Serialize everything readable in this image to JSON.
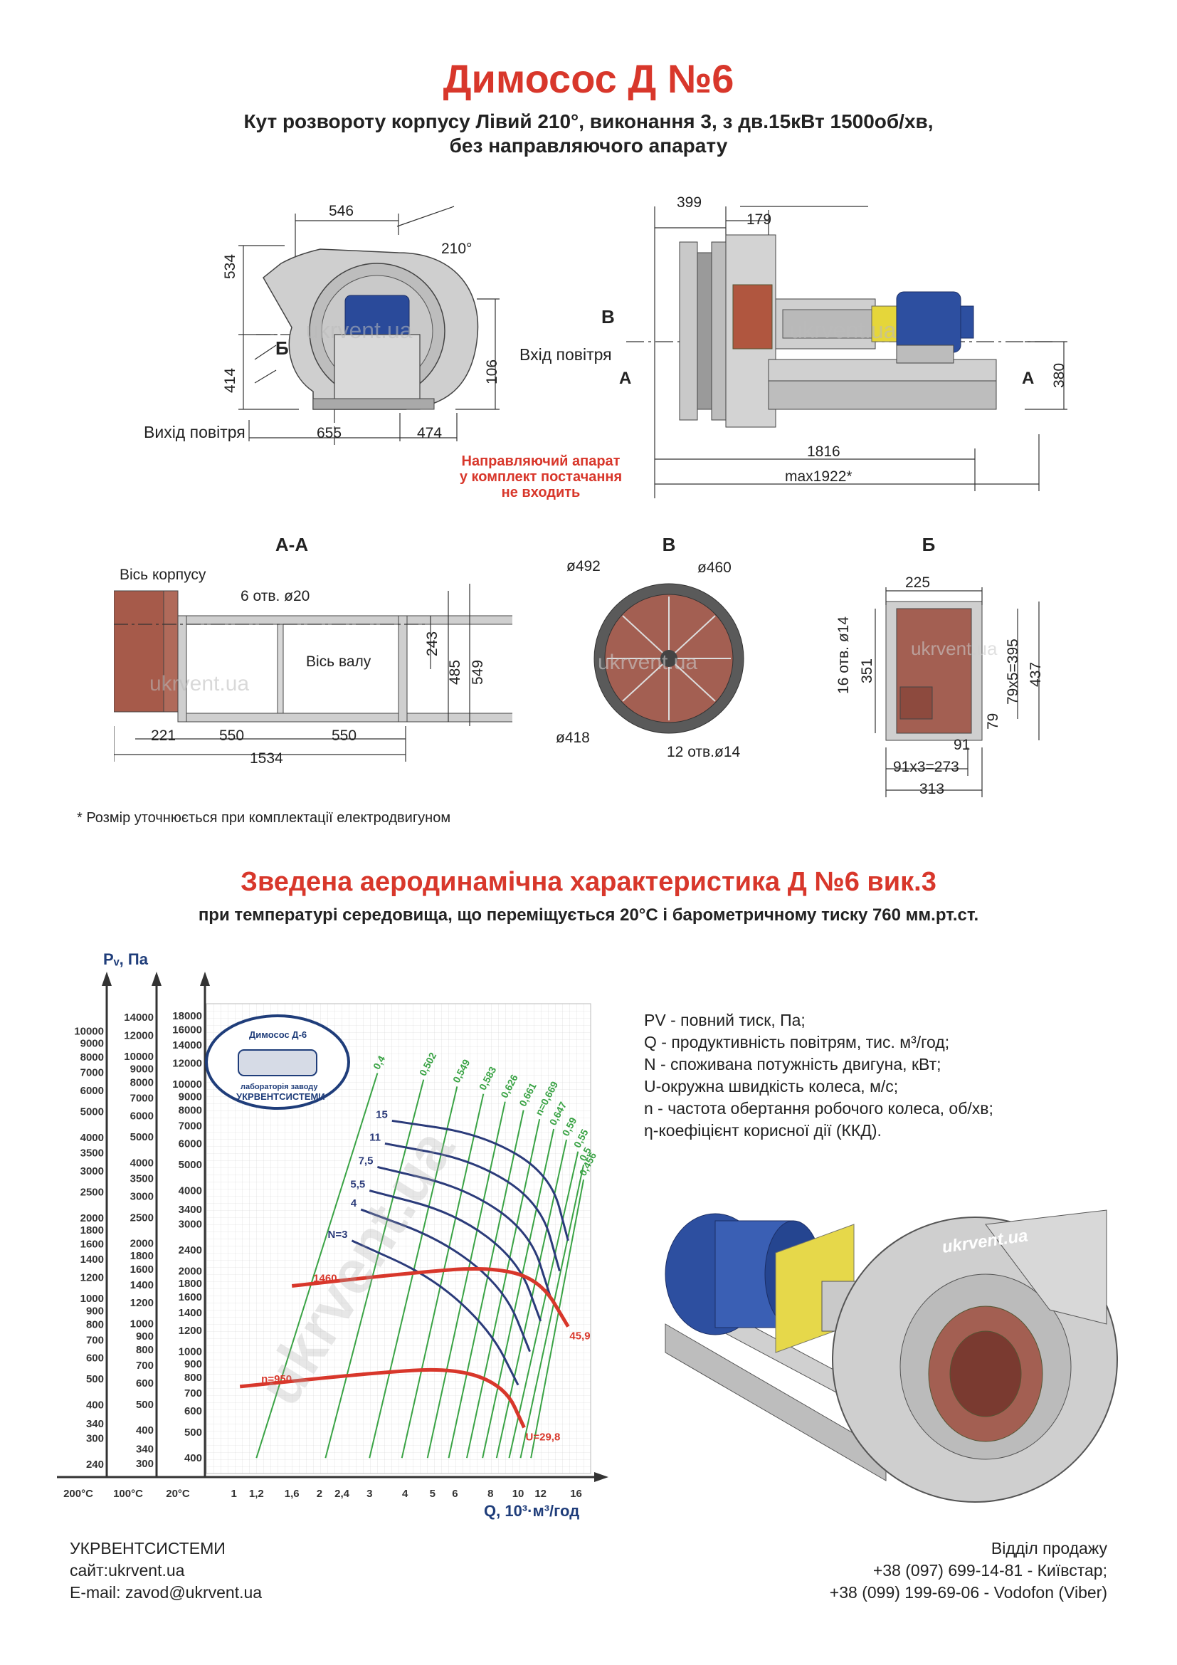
{
  "header": {
    "title": "Димосос  Д №6",
    "subtitle_line1": "Кут розвороту корпусу Лівий 210°, виконання 3, з дв.15кВт 1500об/хв,",
    "subtitle_line2": "без направляючого апарату"
  },
  "drawing_side": {
    "dim_546": "546",
    "dim_534": "534",
    "dim_414": "414",
    "dim_210": "210°",
    "dim_106": "106",
    "dim_655": "655",
    "dim_474": "474",
    "label_b": "Б",
    "label_outlet": "Вихід повітря",
    "watermark": "ukrvent.ua"
  },
  "drawing_front": {
    "dim_399": "399",
    "dim_179": "179",
    "dim_380": "380",
    "dim_1816": "1816",
    "dim_max": "max1922*",
    "label_v": "B",
    "label_inlet": "Вхід повітря",
    "label_a_left": "A",
    "label_a_right": "A",
    "watermark": "ukrvent.ua",
    "note_line1": "Направляючий апарат",
    "note_line2": "у комплект постачання",
    "note_line3": "не входить"
  },
  "section_aa": {
    "heading": "А-А",
    "axis_body": "Вісь корпусу",
    "holes": "6 отв. ø20",
    "axis_shaft": "Вісь валу",
    "dim_243": "243",
    "dim_485": "485",
    "dim_549": "549",
    "dim_221": "221",
    "dim_550a": "550",
    "dim_550b": "550",
    "dim_1534": "1534",
    "watermark": "ukrvent.ua"
  },
  "section_v": {
    "heading": "B",
    "d492": "ø492",
    "d460": "ø460",
    "d418": "ø418",
    "holes": "12 отв.ø14",
    "watermark": "ukrvent.ua"
  },
  "section_b": {
    "heading": "Б",
    "dim_225": "225",
    "holes": "16 отв. ø14",
    "dim_351": "351",
    "dim_79x5": "79x5=395",
    "dim_437": "437",
    "dim_79": "79",
    "dim_91": "91",
    "dim_91x3": "91x3=273",
    "dim_313": "313",
    "watermark": "ukrvent.ua"
  },
  "footnote": "* Розмір уточнюється при комплектації електродвигуном",
  "chart_section": {
    "title": "Зведена аеродинамічна характеристика Д №6 вик.3",
    "subtitle": "при температурі середовища, що переміщується 20°С і барометричному тиску 760 мм.рт.ст."
  },
  "chart_data": {
    "type": "line",
    "title": "",
    "ylabel": "Pᵥ, Па",
    "xlabel": "Q, 10³·м³/год",
    "x_scale": "log",
    "y_scale": "log",
    "x_ticks": [
      "1",
      "1,2",
      "1,6",
      "2",
      "2,4",
      "3",
      "4",
      "5",
      "6",
      "8",
      "10",
      "12",
      "16"
    ],
    "temperature_labels": [
      "200°C",
      "100°C",
      "20°C"
    ],
    "y_ticks_200C": [
      "10000",
      "9000",
      "8000",
      "7000",
      "6000",
      "5000",
      "4000",
      "3500",
      "3000",
      "2500",
      "2000",
      "1800",
      "1600",
      "1400",
      "1200",
      "1000",
      "900",
      "800",
      "700",
      "600",
      "500",
      "400",
      "340",
      "300",
      "240"
    ],
    "y_ticks_100C": [
      "14000",
      "12000",
      "10000",
      "9000",
      "8000",
      "7000",
      "6000",
      "5000",
      "4000",
      "3500",
      "3000",
      "2500",
      "2000",
      "1800",
      "1600",
      "1400",
      "1200",
      "1000",
      "900",
      "800",
      "700",
      "600",
      "500",
      "400",
      "340",
      "300"
    ],
    "y_ticks_20C": [
      "18000",
      "16000",
      "14000",
      "12000",
      "10000",
      "9000",
      "8000",
      "7000",
      "6000",
      "5000",
      "4000",
      "3400",
      "3000",
      "2400",
      "2000",
      "1800",
      "1600",
      "1400",
      "1200",
      "1000",
      "900",
      "800",
      "700",
      "600",
      "500",
      "400"
    ],
    "power_curves": [
      {
        "name": "N=3",
        "points": [
          [
            2.6,
            2600
          ],
          [
            5,
            1900
          ],
          [
            8,
            1200
          ],
          [
            10,
            750
          ]
        ]
      },
      {
        "name": "4",
        "points": [
          [
            2.8,
            3400
          ],
          [
            5.5,
            2600
          ],
          [
            9,
            1700
          ],
          [
            11,
            1000
          ]
        ]
      },
      {
        "name": "5,5",
        "points": [
          [
            3,
            4000
          ],
          [
            6,
            3300
          ],
          [
            10,
            2200
          ],
          [
            12,
            1300
          ]
        ]
      },
      {
        "name": "7,5",
        "points": [
          [
            3.2,
            4900
          ],
          [
            6.5,
            4100
          ],
          [
            11,
            2800
          ],
          [
            13,
            1600
          ]
        ]
      },
      {
        "name": "11",
        "points": [
          [
            3.4,
            6000
          ],
          [
            7,
            5200
          ],
          [
            12,
            3600
          ],
          [
            14,
            2000
          ]
        ]
      },
      {
        "name": "15",
        "points": [
          [
            3.6,
            7300
          ],
          [
            7.5,
            6500
          ],
          [
            13,
            4600
          ],
          [
            15,
            2600
          ]
        ]
      }
    ],
    "speed_curves": [
      {
        "name": "n=1460",
        "label_end": "45,9",
        "points": [
          [
            1.6,
            1760
          ],
          [
            4,
            1960
          ],
          [
            8,
            2080
          ],
          [
            12,
            1850
          ],
          [
            15,
            1240
          ]
        ]
      },
      {
        "name": "n=950",
        "label_end": "U=29,8",
        "points": [
          [
            1.05,
            740
          ],
          [
            3,
            830
          ],
          [
            6,
            870
          ],
          [
            9,
            740
          ],
          [
            10.5,
            520
          ]
        ]
      }
    ],
    "efficiency_labels": [
      "0,4",
      "0,502",
      "0,549",
      "0,583",
      "0,626",
      "0,661",
      "n=0,669",
      "0,647",
      "0,59",
      "0,55",
      "0,5",
      "0,456"
    ],
    "speed_labels": [
      "1460",
      "n=950"
    ],
    "emblem_top": "Димосос Д-6",
    "emblem_bottom1": "лабораторія заводу",
    "emblem_bottom2": "УКРВЕНТСИСТЕМИ",
    "watermark": "ukrvent.ua"
  },
  "legend": {
    "line1": "PV - повний тиск, Па;",
    "line2": "Q - продуктивність повітрям, тис. м³/год;",
    "line3": "N - споживана потужність двигуна, кВт;",
    "line4": "U-окружна швидкість колеса, м/с;",
    "line5": "n - частота обертання робочого колеса, об/хв;",
    "line6": "η-коефіцієнт корисної дії (ККД)."
  },
  "render_watermark": "ukrvent.ua",
  "footer": {
    "company": "УКРВЕНТСИСТЕМИ",
    "site": "сайт:ukrvent.ua",
    "email": "E-mail: zavod@ukrvent.ua",
    "sales": "Відділ продажу",
    "phone1": "+38 (097) 699-14-81 - Київстар;",
    "phone2": "+38 (099) 199-69-06 - Vodofon (Viber)"
  }
}
